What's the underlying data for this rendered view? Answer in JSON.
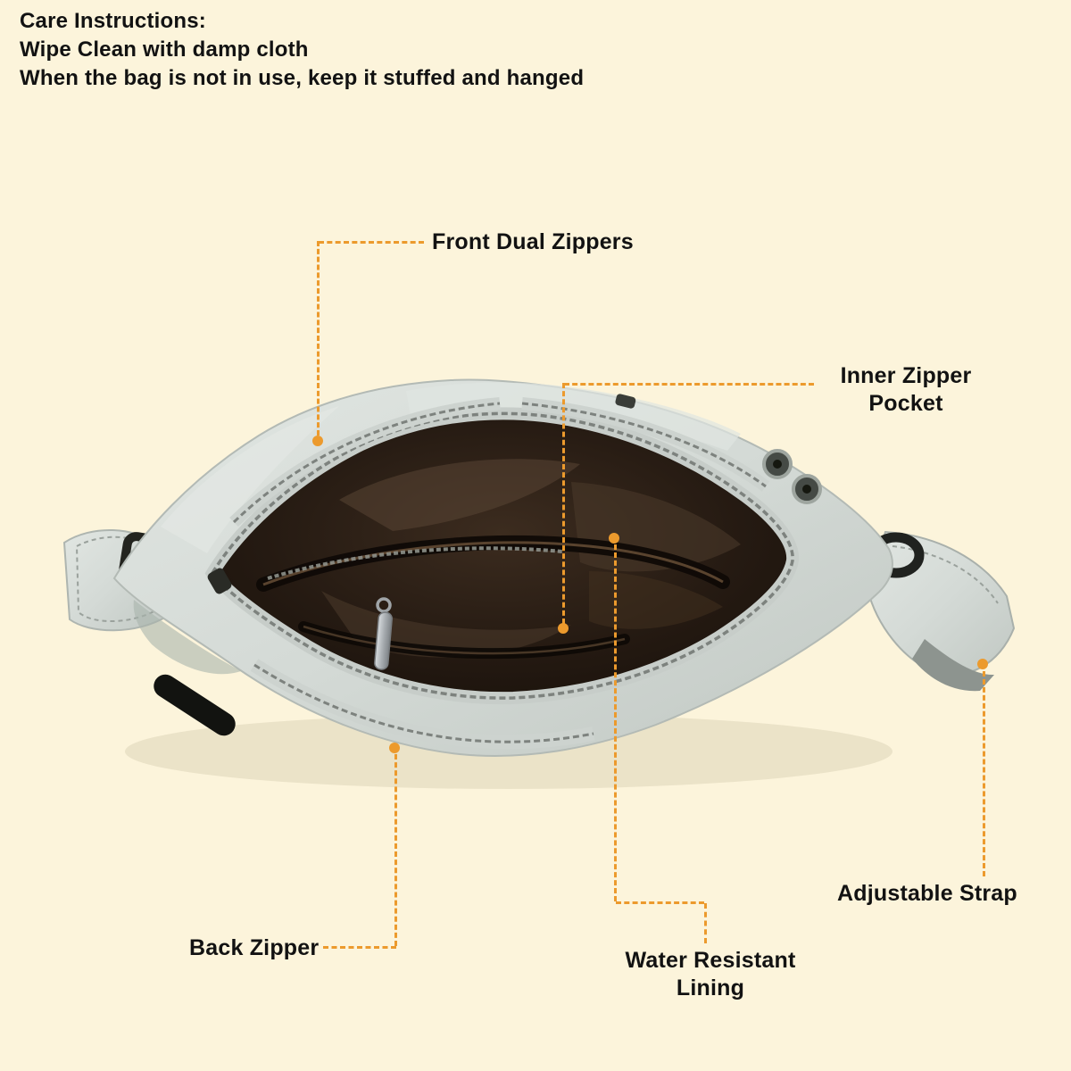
{
  "colors": {
    "background": "#fcf4db",
    "accent": "#ec9a2d",
    "text": "#121212"
  },
  "care_instructions": {
    "title": "Care Instructions:",
    "lines": [
      "Wipe Clean with damp cloth",
      "When the bag is not in use, keep it stuffed and hanged"
    ]
  },
  "callouts": [
    {
      "id": "front-dual-zippers",
      "label": "Front Dual Zippers"
    },
    {
      "id": "inner-zipper-pocket",
      "label": "Inner Zipper Pocket"
    },
    {
      "id": "adjustable-strap",
      "label": "Adjustable Strap"
    },
    {
      "id": "back-zipper",
      "label": "Back Zipper"
    },
    {
      "id": "water-resistant-lining",
      "label": "Water Resistant Lining"
    }
  ]
}
